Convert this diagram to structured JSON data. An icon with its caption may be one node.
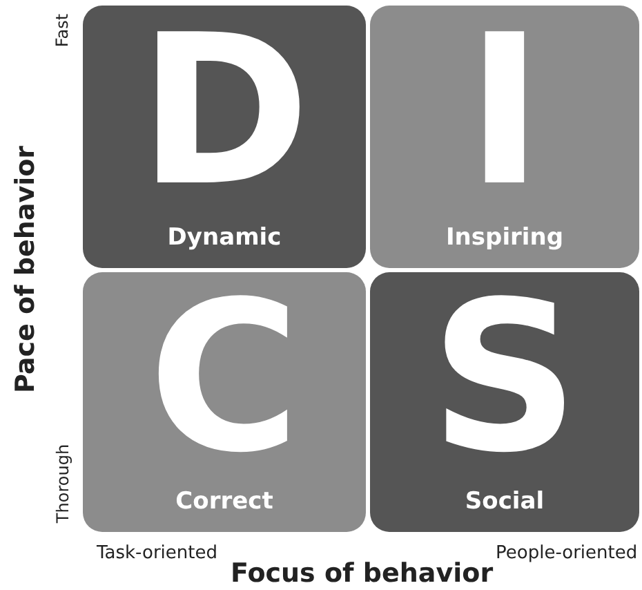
{
  "diagram": {
    "nodes": [
      {
        "text": [
          "D",
          "Dynamic"
        ]
      },
      {
        "text": [
          "I",
          "Inspiring"
        ]
      },
      {
        "text": [
          "C",
          "Correct"
        ]
      },
      {
        "text": [
          "S",
          "Social"
        ]
      }
    ],
    "labels": [
      "Fast",
      "Pace of behavior",
      "Thorough",
      "Task-oriented",
      "Focus of behavior",
      "People-oriented"
    ]
  }
}
